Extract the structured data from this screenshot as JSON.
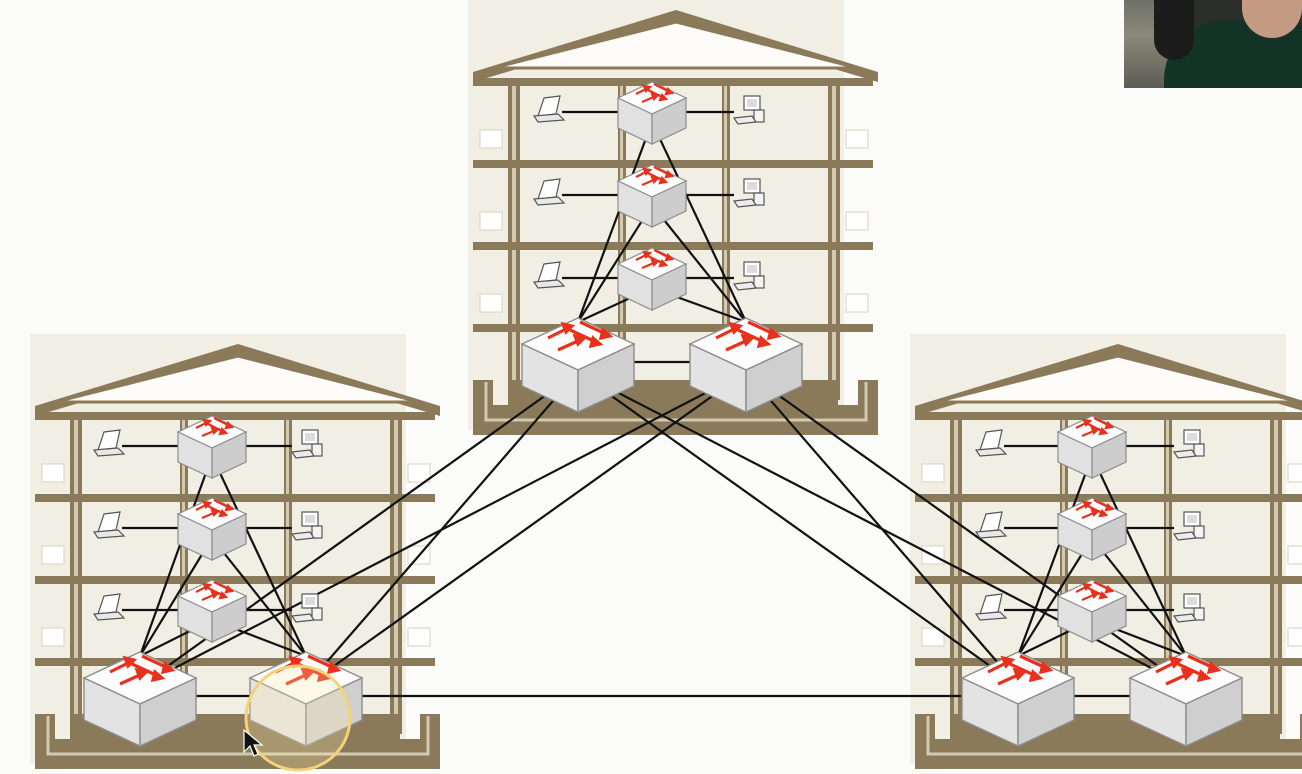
{
  "diagram": {
    "buildings": [
      {
        "id": "top",
        "floors": [
          {
            "left_device": "laptop-icon",
            "switch": "access-switch-icon",
            "right_device": "desktop-icon"
          },
          {
            "left_device": "laptop-icon",
            "switch": "access-switch-icon",
            "right_device": "desktop-icon"
          },
          {
            "left_device": "laptop-icon",
            "switch": "access-switch-icon",
            "right_device": "desktop-icon"
          }
        ],
        "distribution_switches": 2
      },
      {
        "id": "left",
        "floors": [
          {
            "left_device": "laptop-icon",
            "switch": "access-switch-icon",
            "right_device": "desktop-icon"
          },
          {
            "left_device": "laptop-icon",
            "switch": "access-switch-icon",
            "right_device": "desktop-icon"
          },
          {
            "left_device": "laptop-icon",
            "switch": "access-switch-icon",
            "right_device": "desktop-icon"
          }
        ],
        "distribution_switches": 2
      },
      {
        "id": "right",
        "floors": [
          {
            "left_device": "laptop-icon",
            "switch": "access-switch-icon",
            "right_device": "desktop-icon"
          },
          {
            "left_device": "laptop-icon",
            "switch": "access-switch-icon",
            "right_device": "desktop-icon"
          },
          {
            "left_device": "laptop-icon",
            "switch": "access-switch-icon",
            "right_device": "desktop-icon"
          }
        ],
        "distribution_switches": 2
      }
    ],
    "colors": {
      "wall": "#8a7a5a",
      "interior": "#ede9dc",
      "link": "#111111",
      "arrow": "#e8301c",
      "switch_face": "#f4f4f4",
      "highlight": "#f4c430"
    },
    "pointer": "cursor-icon",
    "webcam": "presenter-webcam"
  }
}
